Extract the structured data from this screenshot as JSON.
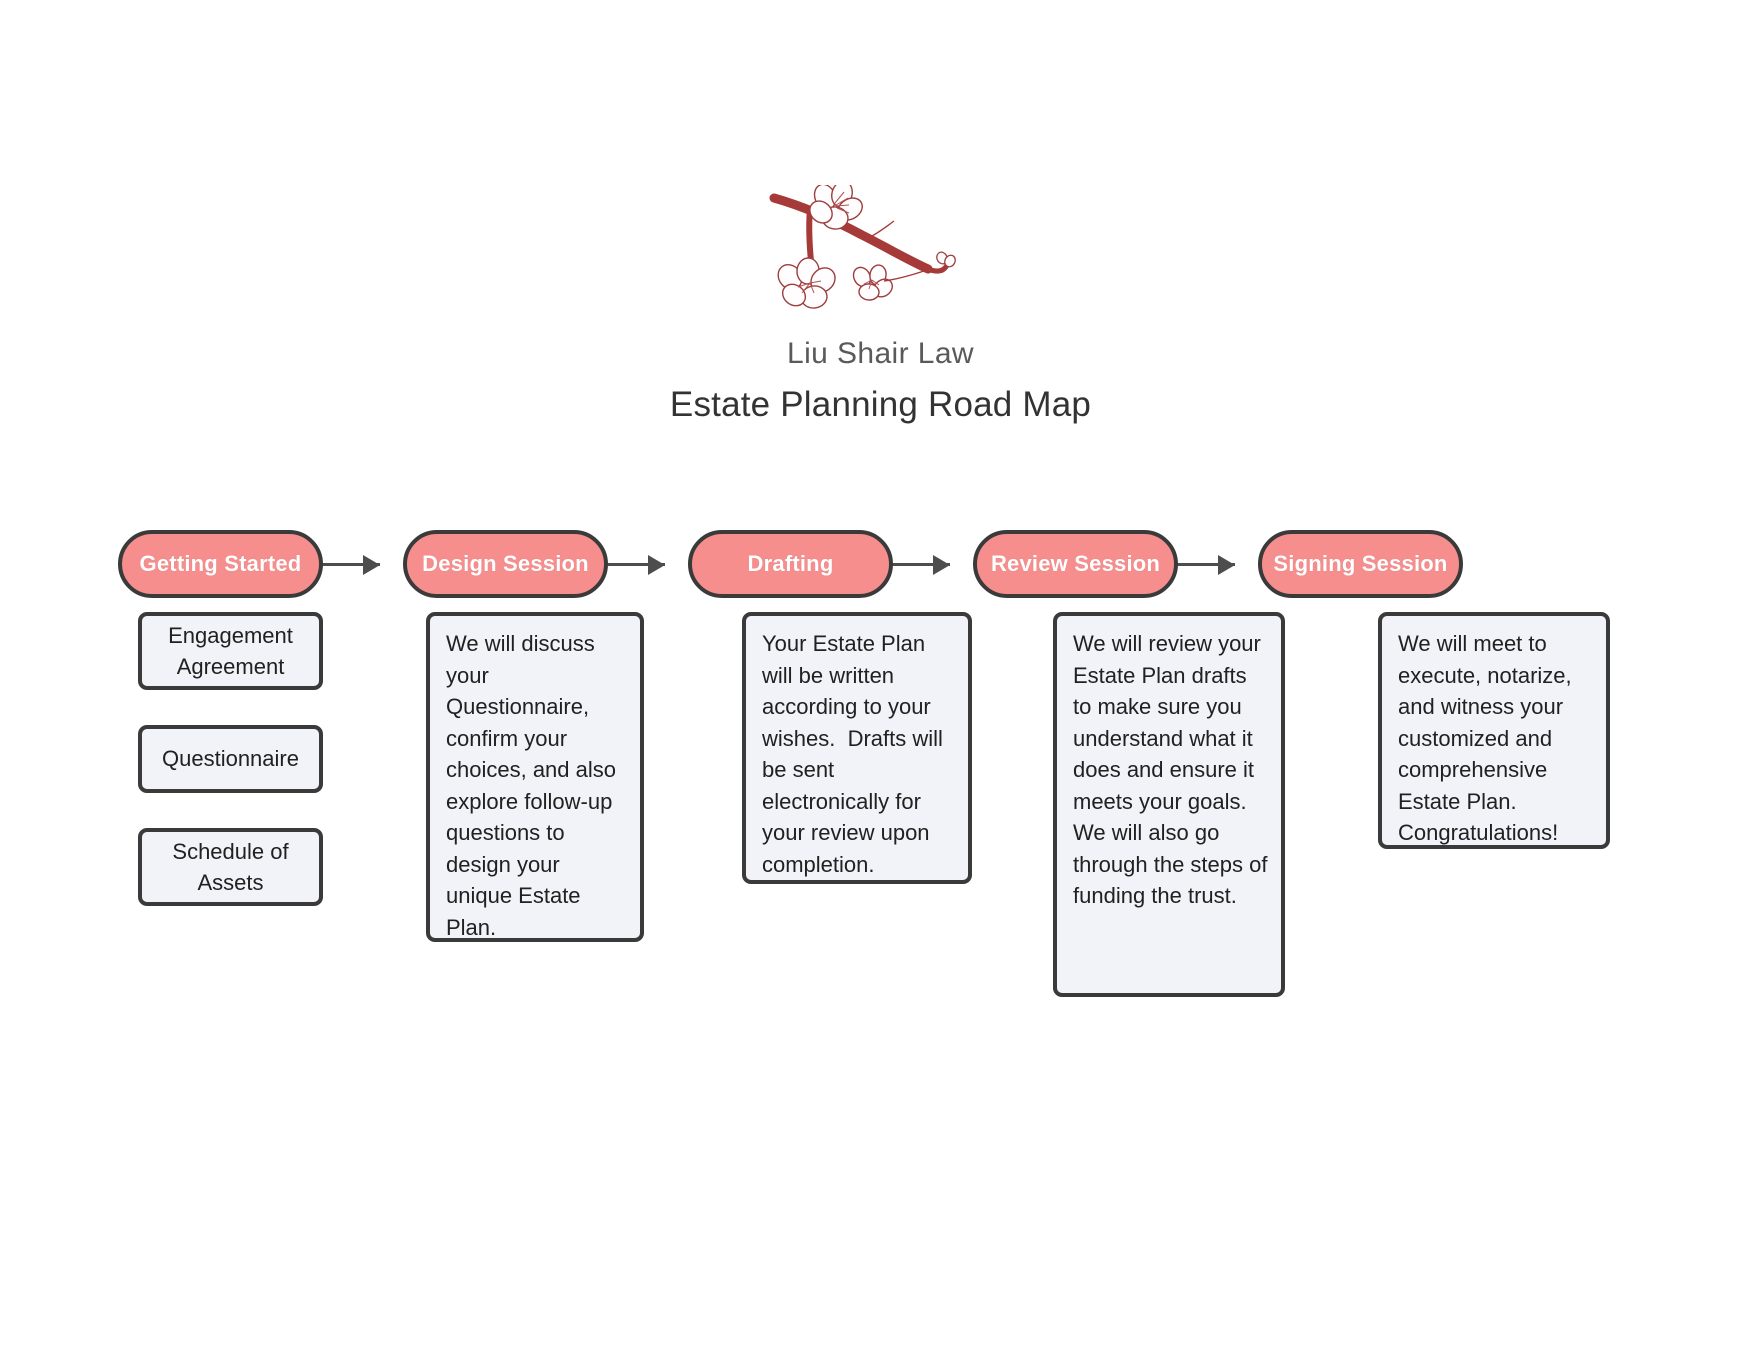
{
  "header": {
    "logo_icon": "cherry-blossom-branch-logo",
    "firm_name": "Liu Shair Law",
    "title": "Estate Planning Road Map",
    "logo_branch_color": "#a63a38",
    "logo_text_color": "#5a5a5a"
  },
  "colors": {
    "stage_fill": "#f68e8e",
    "stage_border": "#3a3a3a",
    "stage_text": "#ffffff",
    "box_fill": "#f2f2f9",
    "box_border": "#3a3a3a",
    "arrow": "#4d4d4d",
    "page_background": "#ffffff"
  },
  "roadmap": {
    "stages": [
      {
        "label": "Getting Started"
      },
      {
        "label": "Design Session"
      },
      {
        "label": "Drafting"
      },
      {
        "label": "Review Session"
      },
      {
        "label": "Signing Session"
      }
    ]
  },
  "columns": [
    {
      "stage": "Getting Started",
      "items": [
        {
          "text": "Engagement\nAgreement",
          "style": "centered"
        },
        {
          "text": "Questionnaire",
          "style": "centered"
        },
        {
          "text": "Schedule of\nAssets",
          "style": "centered"
        }
      ]
    },
    {
      "stage": "Design Session",
      "items": [
        {
          "text": "We will discuss your Questionnaire, confirm your choices, and also explore follow-up questions to design your unique Estate Plan.",
          "style": "para"
        }
      ]
    },
    {
      "stage": "Drafting",
      "items": [
        {
          "text": "Your Estate Plan will be written according to your wishes.  Drafts will be sent electronically for your review upon completion.",
          "style": "para"
        }
      ]
    },
    {
      "stage": "Review Session",
      "items": [
        {
          "text": "We will review your Estate Plan drafts to make sure you understand what it does and ensure it meets your goals. We will also go through the steps of funding the trust.",
          "style": "para"
        }
      ]
    },
    {
      "stage": "Signing Session",
      "items": [
        {
          "text": "We will meet to execute, notarize, and witness your customized and comprehensive Estate Plan. Congratulations!",
          "style": "para"
        }
      ]
    }
  ]
}
